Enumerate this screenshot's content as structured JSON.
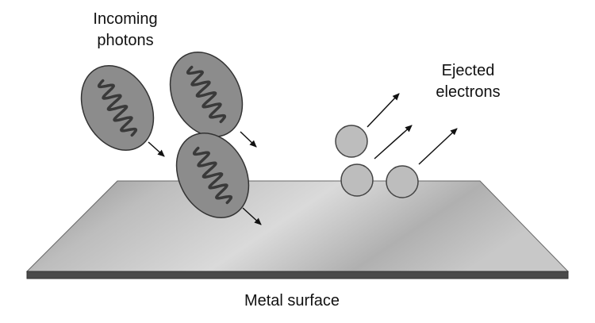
{
  "labels": {
    "incoming_line1": "Incoming",
    "incoming_line2": "photons",
    "ejected_line1": "Ejected",
    "ejected_line2": "electrons",
    "surface": "Metal surface"
  },
  "colors": {
    "photon_fill": "#8c8c8c",
    "wave_stroke": "#3a3a3a",
    "electron_fill": "#bdbdbd",
    "plate_light": "#d6d6d6",
    "plate_dark": "#8a8a8a",
    "plate_edge": "#555555",
    "arrow": "#111111"
  }
}
